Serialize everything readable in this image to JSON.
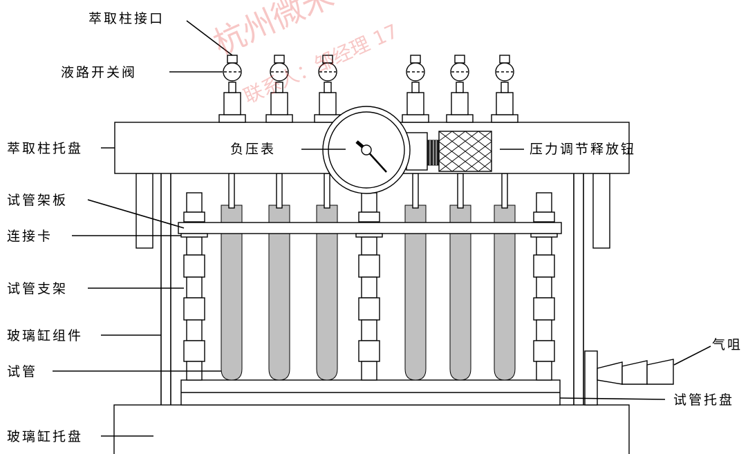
{
  "labels": {
    "column_port": "萃取柱接口",
    "valve": "液路开关阀",
    "column_tray": "萃取柱托盘",
    "vacuum_gauge": "负压表",
    "pressure_knob": "压力调节释放钮",
    "rack_plate": "试管架板",
    "connector_clip": "连接卡",
    "tube_stand": "试管支架",
    "glass_tank": "玻璃缸组件",
    "test_tube": "试管",
    "air_nozzle": "气咀",
    "tube_tray": "试管托盘",
    "tank_tray": "玻璃缸托盘"
  },
  "watermark": {
    "line1": "杭州微米",
    "line2": "联系人：邹经理 17",
    "color": "#e53935"
  },
  "colors": {
    "tube_fill": "#c0c0c0",
    "line": "#000000"
  }
}
